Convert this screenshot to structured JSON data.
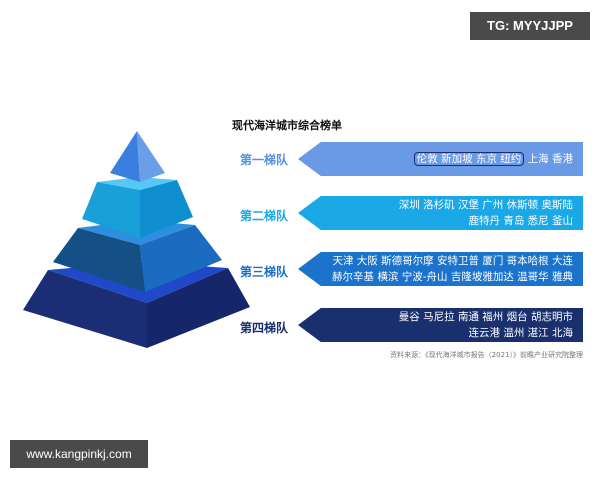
{
  "watermark_top": "TG: MYYJJPP",
  "watermark_bottom": "www.kangpinkj.com",
  "title": "现代海洋城市综合榜单",
  "tiers": [
    {
      "label": "第一梯队",
      "highlighted": "伦敦 新加坡 东京 纽约",
      "lines": [
        "上海 香港"
      ],
      "color": "#5b8fe0"
    },
    {
      "label": "第二梯队",
      "lines": [
        "深圳 洛杉矶 汉堡 广州 休斯顿 奥斯陆",
        "鹿特丹 青岛 悉尼 釜山"
      ],
      "color": "#1aa8e6"
    },
    {
      "label": "第三梯队",
      "lines": [
        "天津 大阪 斯德哥尔摩 安特卫普 厦门 哥本哈根 大连",
        "赫尔辛基 横滨 宁波-舟山 吉隆坡雅加达 温哥华 雅典"
      ],
      "color": "#1b6fc6"
    },
    {
      "label": "第四梯队",
      "lines": [
        "曼谷 马尼拉 南通 福州 烟台 胡志明市",
        "连云港 温州 湛江 北海"
      ],
      "color": "#1a2f6e"
    }
  ],
  "source": "资料来源：《现代海洋城市报告（2021）》前瞻产业研究院整理"
}
